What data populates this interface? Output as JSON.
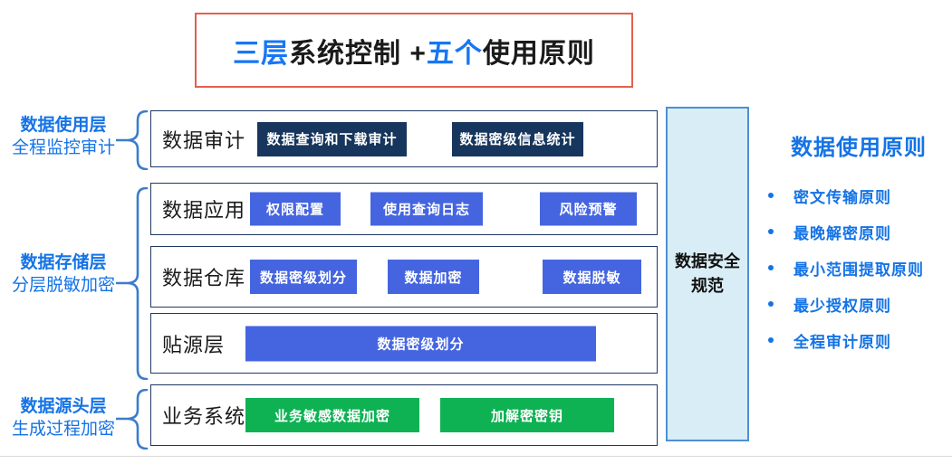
{
  "header": {
    "title_parts": [
      "三层",
      "系统控制 + ",
      "五个",
      "使用原则"
    ]
  },
  "side_groups": [
    {
      "line1": "数据使用层",
      "line2": "全程监控审计"
    },
    {
      "line1": "数据存储层",
      "line2": "分层脱敏加密"
    },
    {
      "line1": "数据源头层",
      "line2": "生成过程加密"
    }
  ],
  "rows": [
    {
      "label": "数据审计",
      "buttons": [
        "数据查询和下载审计",
        "数据密级信息统计"
      ]
    },
    {
      "label": "数据应用",
      "buttons": [
        "权限配置",
        "使用查询日志",
        "风险预警"
      ]
    },
    {
      "label": "数据仓库",
      "buttons": [
        "数据密级划分",
        "数据加密",
        "数据脱敏"
      ]
    },
    {
      "label": "贴源层",
      "buttons": [
        "数据密级划分"
      ]
    },
    {
      "label": "业务系统",
      "buttons": [
        "业务敏感数据加密",
        "加解密密钥"
      ]
    }
  ],
  "spec_bar": {
    "label": "数据安全规范"
  },
  "principles": {
    "title": "数据使用原则",
    "items": [
      "密文传输原则",
      "最晚解密原则",
      "最小范围提取原则",
      "最少授权原则",
      "全程审计原则"
    ]
  },
  "colors": {
    "accent_blue_text": "#1473E6",
    "title_accent_blue": "#1677F5",
    "title_box_border": "#E4604C",
    "block_dark_navy": "#17365D",
    "block_royal_blue": "#4565E0",
    "block_green": "#0EB253",
    "row_border_navy": "#1F3864",
    "spec_bar_bg": "#D9EDF6",
    "spec_bar_border": "#4A90D5",
    "bracket_blue": "#3B7DCB"
  }
}
